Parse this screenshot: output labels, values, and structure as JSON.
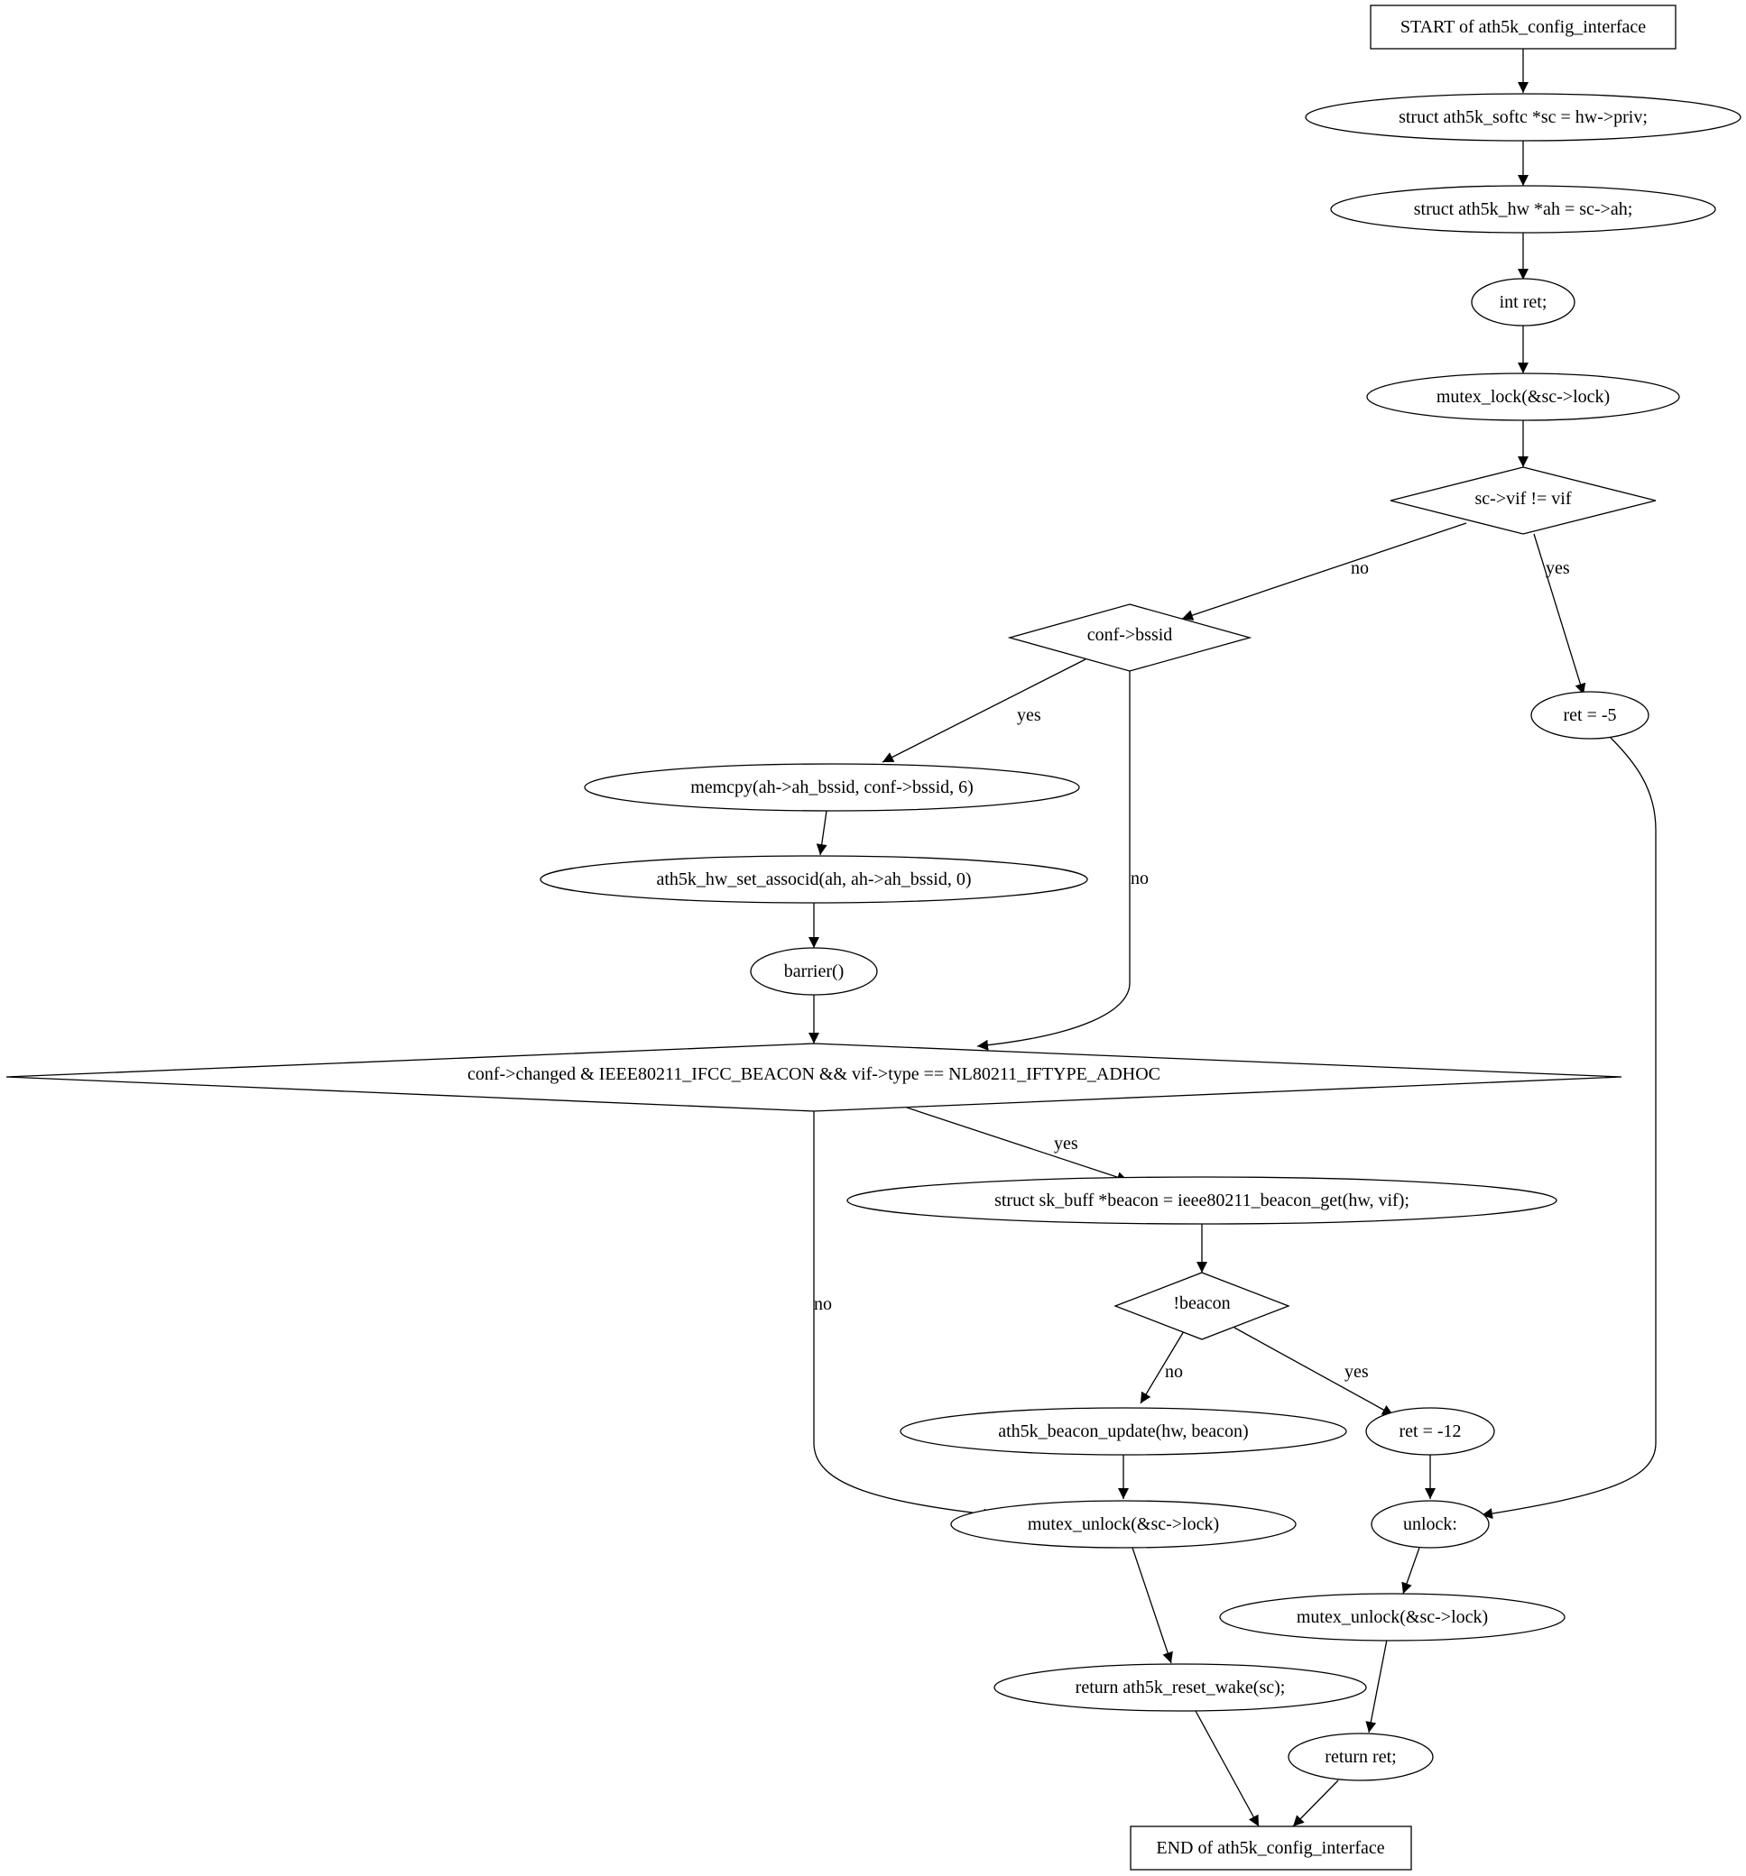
{
  "colors": {
    "mutex_lock_fill": "#add8e6",
    "mutex_unlock_fill": "#ffff00",
    "default_fill": "#ffffff",
    "stroke": "#000000"
  },
  "nodes": {
    "start": "START of ath5k_config_interface",
    "sc_decl": "struct ath5k_softc *sc = hw->priv;",
    "ah_decl": "struct ath5k_hw *ah = sc->ah;",
    "ret_decl": "int ret;",
    "mutex_lock": "mutex_lock(&sc->lock)",
    "cond_vif": "sc->vif != vif",
    "cond_bssid": "conf->bssid",
    "ret_minus5": "ret = -5",
    "memcpy": "memcpy(ah->ah_bssid, conf->bssid, 6)",
    "set_associd": "ath5k_hw_set_associd(ah, ah->ah_bssid, 0)",
    "barrier": "barrier()",
    "cond_changed": "conf->changed & IEEE80211_IFCC_BEACON && vif->type == NL80211_IFTYPE_ADHOC",
    "beacon_get": "struct sk_buff *beacon = ieee80211_beacon_get(hw, vif);",
    "cond_beacon": "!beacon",
    "beacon_update": "ath5k_beacon_update(hw, beacon)",
    "ret_minus12": "ret = -12",
    "mutex_unlock_1": "mutex_unlock(&sc->lock)",
    "unlock_label": "unlock:",
    "mutex_unlock_2": "mutex_unlock(&sc->lock)",
    "return_reset_wake": "return ath5k_reset_wake(sc);",
    "return_ret": "return ret;",
    "end": "END of ath5k_config_interface"
  },
  "edge_labels": {
    "vif_no": "no",
    "vif_yes": "yes",
    "bssid_yes": "yes",
    "bssid_no": "no",
    "changed_yes": "yes",
    "changed_no": "no",
    "beacon_no": "no",
    "beacon_yes": "yes"
  }
}
